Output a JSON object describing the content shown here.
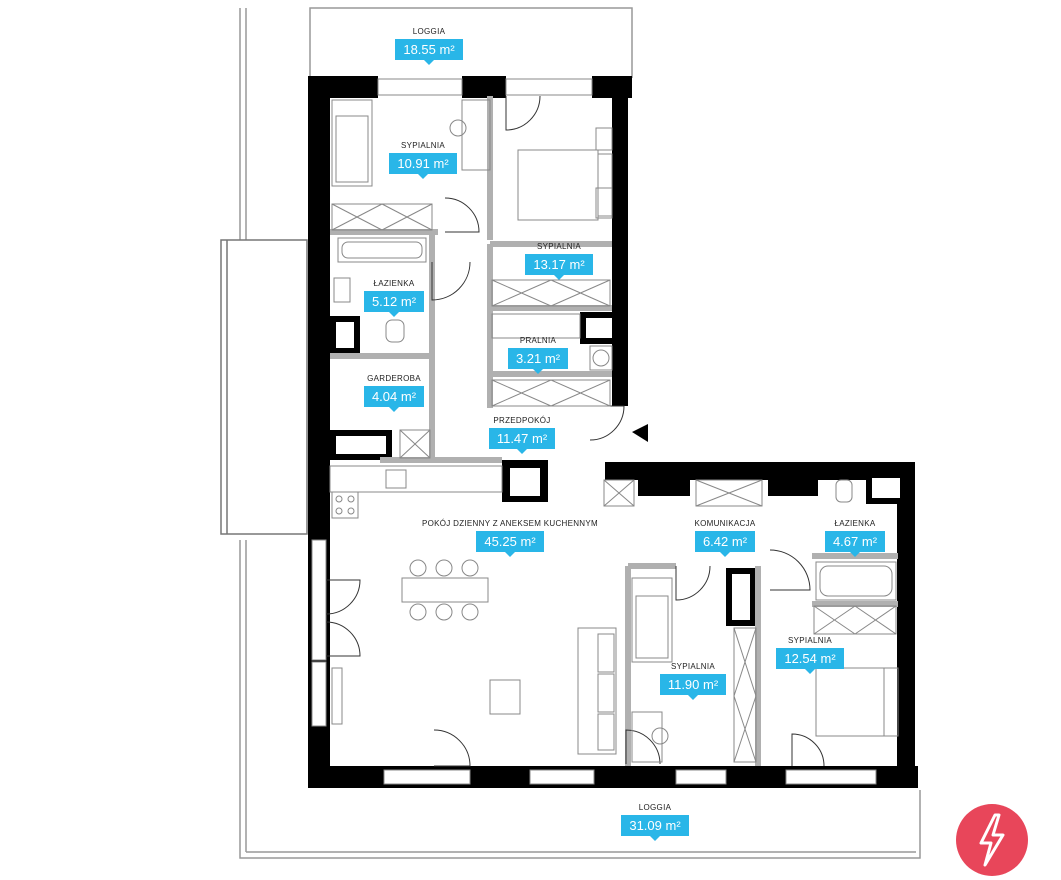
{
  "rooms": {
    "loggia_top": {
      "name": "LOGGIA",
      "area": "18.55 m²"
    },
    "bedroom_1": {
      "name": "SYPIALNIA",
      "area": "10.91 m²"
    },
    "bedroom_2": {
      "name": "SYPIALNIA",
      "area": "13.17 m²"
    },
    "bathroom_1": {
      "name": "ŁAZIENKA",
      "area": "5.12 m²"
    },
    "laundry": {
      "name": "PRALNIA",
      "area": "3.21 m²"
    },
    "wardrobe": {
      "name": "GARDEROBA",
      "area": "4.04 m²"
    },
    "hall": {
      "name": "PRZEDPOKÓJ",
      "area": "11.47 m²"
    },
    "living": {
      "name": "POKÓJ DZIENNY Z ANEKSEM KUCHENNYM",
      "area": "45.25 m²"
    },
    "corridor": {
      "name": "KOMUNIKACJA",
      "area": "6.42 m²"
    },
    "bathroom_2": {
      "name": "ŁAZIENKA",
      "area": "4.67 m²"
    },
    "bedroom_3": {
      "name": "SYPIALNIA",
      "area": "12.54 m²"
    },
    "bedroom_4": {
      "name": "SYPIALNIA",
      "area": "11.90 m²"
    },
    "loggia_bottom": {
      "name": "LOGGIA",
      "area": "31.09 m²"
    }
  },
  "colors": {
    "wall": "#000000",
    "partition": "#b0b0b0",
    "label_bg": "#29b6e8",
    "label_text": "#ffffff",
    "furniture": "#888888",
    "logo": "#e8465a"
  },
  "icons": {
    "entrance": "entrance-arrow-icon",
    "brand": "brand-logo-icon"
  }
}
